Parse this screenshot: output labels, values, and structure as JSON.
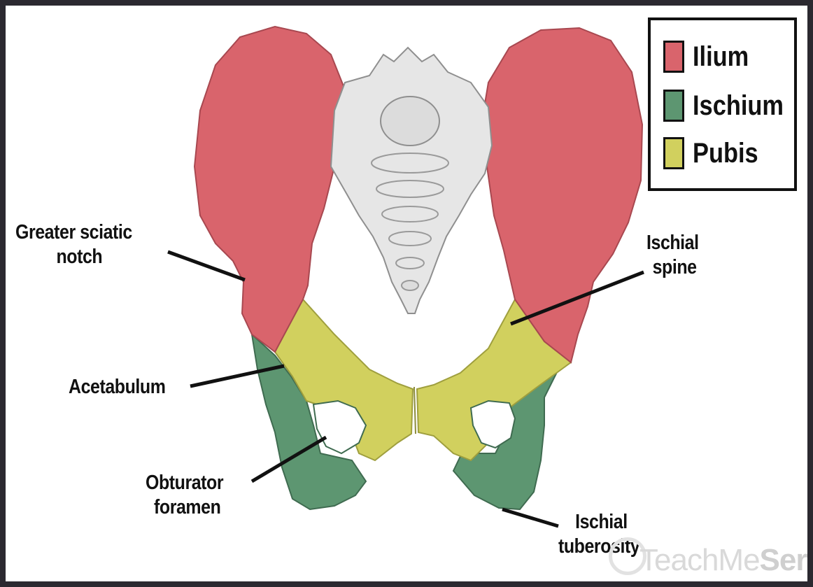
{
  "legend": {
    "items": [
      {
        "label": "Ilium",
        "color": "#d9646c"
      },
      {
        "label": "Ischium",
        "color": "#5d9671"
      },
      {
        "label": "Pubis",
        "color": "#d1d05e"
      }
    ]
  },
  "labels": {
    "greater_sciatic_notch": [
      "Greater sciatic",
      "notch"
    ],
    "ischial_spine": [
      "Ischial",
      "spine"
    ],
    "acetabulum": "Acetabulum",
    "obturator_foramen": [
      "Obturator",
      "foramen"
    ],
    "ischial_tuberosity": [
      "Ischial",
      "tuberosity"
    ]
  },
  "watermark": {
    "prefix": "Teach",
    "middle": "Me",
    "suffix": "Series"
  },
  "colors": {
    "ilium": "#d9646c",
    "ischium": "#5d9671",
    "pubis": "#d1d05e",
    "sacrum": "#e6e6e6",
    "background": "#2b2930"
  }
}
